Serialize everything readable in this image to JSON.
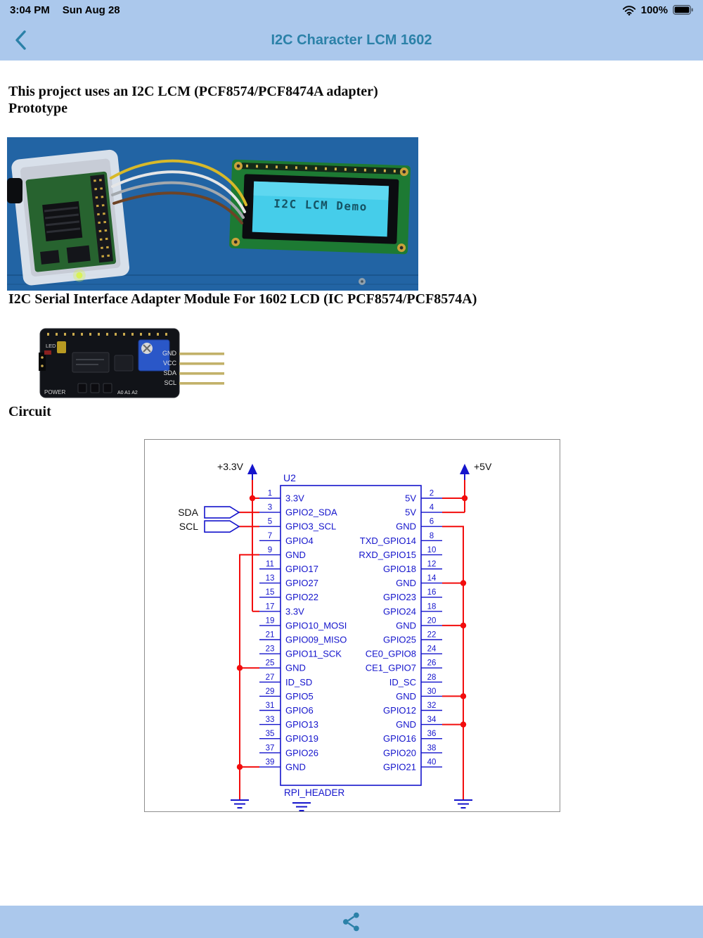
{
  "colors": {
    "bar_bg": "#abc8ec",
    "accent": "#2b81a8",
    "schematic_symbol": "#1414cc",
    "schematic_wire": "#f20d0d",
    "schematic_text": "#111111"
  },
  "icons": {
    "back": "chevron-left",
    "wifi": "wifi",
    "battery": "battery-full",
    "share": "share"
  },
  "status_bar": {
    "time": "3:04 PM",
    "date": "Sun Aug 28",
    "battery_percent": "100%"
  },
  "nav_bar": {
    "title": "I2C Character LCM 1602"
  },
  "headings": {
    "intro": "This project uses an I2C LCM (PCF8574/PCF8474A adapter)",
    "prototype": "Prototype",
    "adapter": "I2C Serial Interface Adapter Module For 1602 LCD (IC PCF8574/PCF8574A)",
    "circuit": "Circuit"
  },
  "prototype_photo": {
    "lcd_screen_text": "I2C LCM Demo"
  },
  "adapter_photo": {
    "pin_labels": [
      "GND",
      "VCC",
      "SDA",
      "SCL"
    ],
    "power_label": "POWER",
    "led_label": "LED",
    "address_labels": "A0 A1 A2"
  },
  "schematic": {
    "designator": "U2",
    "part_name": "RPI_HEADER",
    "rail_left": "+3.3V",
    "rail_right": "+5V",
    "ports": [
      "SDA",
      "SCL"
    ],
    "rows": [
      {
        "ln": "1",
        "ll": "3.3V",
        "rl": "5V",
        "rn": "2"
      },
      {
        "ln": "3",
        "ll": "GPIO2_SDA",
        "rl": "5V",
        "rn": "4"
      },
      {
        "ln": "5",
        "ll": "GPIO3_SCL",
        "rl": "GND",
        "rn": "6"
      },
      {
        "ln": "7",
        "ll": "GPIO4",
        "rl": "TXD_GPIO14",
        "rn": "8"
      },
      {
        "ln": "9",
        "ll": "GND",
        "rl": "RXD_GPIO15",
        "rn": "10"
      },
      {
        "ln": "11",
        "ll": "GPIO17",
        "rl": "GPIO18",
        "rn": "12"
      },
      {
        "ln": "13",
        "ll": "GPIO27",
        "rl": "GND",
        "rn": "14"
      },
      {
        "ln": "15",
        "ll": "GPIO22",
        "rl": "GPIO23",
        "rn": "16"
      },
      {
        "ln": "17",
        "ll": "3.3V",
        "rl": "GPIO24",
        "rn": "18"
      },
      {
        "ln": "19",
        "ll": "GPIO10_MOSI",
        "rl": "GND",
        "rn": "20"
      },
      {
        "ln": "21",
        "ll": "GPIO09_MISO",
        "rl": "GPIO25",
        "rn": "22"
      },
      {
        "ln": "23",
        "ll": "GPIO11_SCK",
        "rl": "CE0_GPIO8",
        "rn": "24"
      },
      {
        "ln": "25",
        "ll": "GND",
        "rl": "CE1_GPIO7",
        "rn": "26"
      },
      {
        "ln": "27",
        "ll": "ID_SD",
        "rl": "ID_SC",
        "rn": "28"
      },
      {
        "ln": "29",
        "ll": "GPIO5",
        "rl": "GND",
        "rn": "30"
      },
      {
        "ln": "31",
        "ll": "GPIO6",
        "rl": "GPIO12",
        "rn": "32"
      },
      {
        "ln": "33",
        "ll": "GPIO13",
        "rl": "GND",
        "rn": "34"
      },
      {
        "ln": "35",
        "ll": "GPIO19",
        "rl": "GPIO16",
        "rn": "36"
      },
      {
        "ln": "37",
        "ll": "GPIO26",
        "rl": "GPIO20",
        "rn": "38"
      },
      {
        "ln": "39",
        "ll": "GND",
        "rl": "GPIO21",
        "rn": "40"
      }
    ]
  }
}
